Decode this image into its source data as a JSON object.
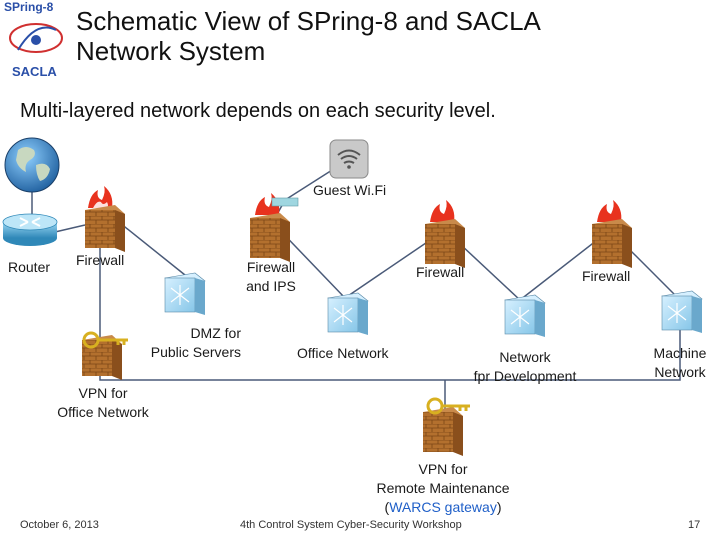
{
  "slide": {
    "title_line1": "Schematic View of SPring-8 and SACLA",
    "title_line2": "Network System",
    "subtitle": "Multi-layered network depends on each security level."
  },
  "logos": {
    "spring8": "SPring-8",
    "sacla": "SACLA"
  },
  "nodes": {
    "guest_wifi": "Guest Wi.Fi",
    "router": "Router",
    "firewall_1": "Firewall",
    "firewall_ips_line1": "Firewall",
    "firewall_ips_line2": "and IPS",
    "firewall_3": "Firewall",
    "firewall_4": "Firewall",
    "dmz_line1": "DMZ for",
    "dmz_line2": "Public Servers",
    "office_network": "Office Network",
    "devnet_line1": "Network",
    "devnet_line2": "fpr Development",
    "machine_line1": "Machine",
    "machine_line2": "Network",
    "vpn_office_line1": "VPN for",
    "vpn_office_line2": "Office Network",
    "vpn_remote_line1": "VPN for",
    "vpn_remote_line2": "Remote Maintenance",
    "vpn_remote_paren_open": "(",
    "vpn_remote_warcs": "WARCS gateway",
    "vpn_remote_paren_close": ")"
  },
  "footer": {
    "date": "October 6, 2013",
    "event": "4th Control System Cyber-Security Workshop",
    "page": "17"
  },
  "colors": {
    "line": "#4a5a78",
    "brick": "#b06a2a",
    "flame": "#e8321e",
    "switch": "#a8d8f0",
    "router": "#5ab0d8",
    "warcs": "#1f5fc8"
  }
}
